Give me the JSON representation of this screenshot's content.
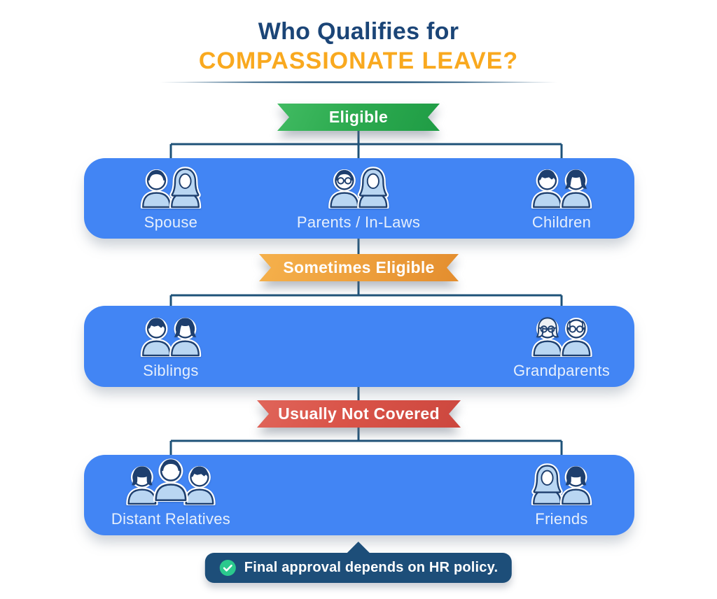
{
  "title": {
    "line1": "Who Qualifies for",
    "line2": "COMPASSIONATE LEAVE?"
  },
  "colors": {
    "title_navy": "#1b4577",
    "title_orange": "#f9a91f",
    "panel_blue": "#4285f4",
    "connector_navy": "#1e5278",
    "ribbon_green": "#2dab50",
    "ribbon_orange": "#efa23e",
    "ribbon_red": "#d95348",
    "note_navy": "#1d4e79",
    "check_green": "#2bc98d",
    "panel_label": "#e6effc"
  },
  "sections": [
    {
      "id": "eligible",
      "ribbon": "Eligible",
      "ribbon_color": "green",
      "items": [
        {
          "label": "Spouse",
          "icon": "spouse-icon",
          "persons": [
            "man",
            "hijab"
          ]
        },
        {
          "label": "Parents / In-Laws",
          "icon": "parents-in-laws-icon",
          "persons": [
            "man-glasses",
            "hijab"
          ]
        },
        {
          "label": "Children",
          "icon": "children-icon",
          "persons": [
            "boy",
            "girl"
          ]
        }
      ]
    },
    {
      "id": "sometimes-eligible",
      "ribbon": "Sometimes Eligible",
      "ribbon_color": "orange",
      "items": [
        {
          "label": "Siblings",
          "icon": "siblings-icon",
          "persons": [
            "boy",
            "girl"
          ]
        },
        {
          "label": "Grandparents",
          "icon": "grandparents-icon",
          "persons": [
            "grandma",
            "grandpa"
          ]
        }
      ]
    },
    {
      "id": "usually-not-covered",
      "ribbon": "Usually Not Covered",
      "ribbon_color": "red",
      "items": [
        {
          "label": "Distant Relatives",
          "icon": "distant-relatives-icon",
          "persons": [
            "woman-bob",
            "man",
            "boy"
          ]
        },
        {
          "label": "Friends",
          "icon": "friends-icon",
          "persons": [
            "hijab",
            "woman-bob"
          ]
        }
      ]
    }
  ],
  "footer": {
    "note": "Final approval depends on HR policy.",
    "icon": "check-circle-icon"
  }
}
